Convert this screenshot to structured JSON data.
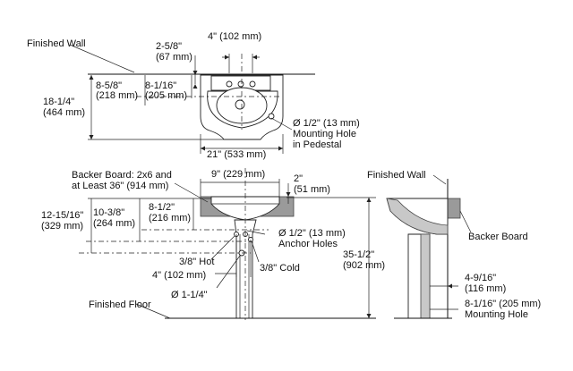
{
  "top_view": {
    "finished_wall": "Finished Wall",
    "dim_2_5_8": "2-5/8\"",
    "dim_67": "(67 mm)",
    "dim_4": "4\" (102 mm)",
    "dim_8_5_8": "8-5/8\"",
    "dim_218": "(218 mm)",
    "dim_8_1_16": "8-1/16\"",
    "dim_205": "(205 mm)",
    "dim_18_1_4": "18-1/4\"",
    "dim_464": "(464 mm)",
    "mounting_hole_1": "Ø 1/2\" (13 mm)",
    "mounting_hole_2": "Mounting Hole",
    "mounting_hole_3": "in Pedestal",
    "dim_21": "21\" (533 mm)"
  },
  "front_view": {
    "backer_1": "Backer Board: 2x6 and",
    "backer_2": "at Least 36\" (914 mm)",
    "dim_9": "9\" (229 mm)",
    "dim_2": "2\"",
    "dim_51": "(51 mm)",
    "dim_12": "12-15/16\"",
    "dim_329": "(329 mm)",
    "dim_10": "10-3/8\"",
    "dim_264": "(264 mm)",
    "dim_8_1_2": "8-1/2\"",
    "dim_216": "(216 mm)",
    "anchor_1": "Ø 1/2\" (13 mm)",
    "anchor_2": "Anchor Holes",
    "hot": "3/8\" Hot",
    "cold": "3/8\" Cold",
    "dim_4_102": "4\" (102 mm)",
    "dim_1_1_4": "Ø 1-1/4\"",
    "dim_35": "35-1/2\"",
    "dim_902": "(902 mm)",
    "floor": "Finished Floor"
  },
  "side_view": {
    "finished_wall": "Finished Wall",
    "backer": "Backer Board",
    "dim_4_9_16": "4-9/16\"",
    "dim_116": "(116 mm)",
    "dim_8_1_16": "8-1/16\" (205 mm)",
    "mounting_hole": "Mounting Hole"
  }
}
